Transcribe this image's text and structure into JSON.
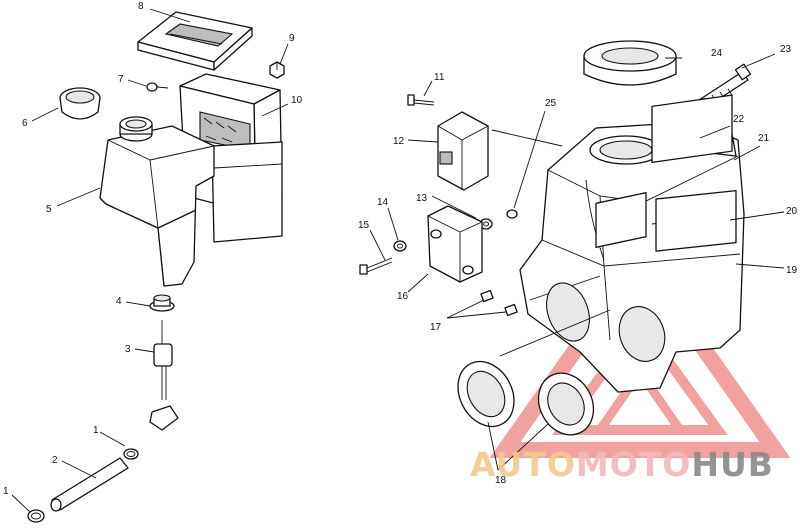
{
  "callouts": [
    {
      "id": "1a",
      "label": "1"
    },
    {
      "id": "1b",
      "label": "1"
    },
    {
      "id": "2",
      "label": "2"
    },
    {
      "id": "3",
      "label": "3"
    },
    {
      "id": "4",
      "label": "4"
    },
    {
      "id": "5",
      "label": "5"
    },
    {
      "id": "6",
      "label": "6"
    },
    {
      "id": "7",
      "label": "7"
    },
    {
      "id": "8",
      "label": "8"
    },
    {
      "id": "9",
      "label": "9"
    },
    {
      "id": "10",
      "label": "10"
    },
    {
      "id": "11",
      "label": "11"
    },
    {
      "id": "12",
      "label": "12"
    },
    {
      "id": "13",
      "label": "13"
    },
    {
      "id": "14",
      "label": "14"
    },
    {
      "id": "15",
      "label": "15"
    },
    {
      "id": "16",
      "label": "16"
    },
    {
      "id": "17",
      "label": "17"
    },
    {
      "id": "18",
      "label": "18"
    },
    {
      "id": "19",
      "label": "19"
    },
    {
      "id": "20",
      "label": "20"
    },
    {
      "id": "21",
      "label": "21"
    },
    {
      "id": "22",
      "label": "22"
    },
    {
      "id": "23",
      "label": "23"
    },
    {
      "id": "24",
      "label": "24"
    },
    {
      "id": "25",
      "label": "25"
    }
  ],
  "watermark": {
    "part1": "AUTO",
    "part2": "MOTO",
    "part3": "HUB",
    "color_auto": "#f3c98f",
    "color_moto": "#f4b8b8",
    "color_hub": "#8a8a8a",
    "triangle_color": "#f08a8a"
  }
}
